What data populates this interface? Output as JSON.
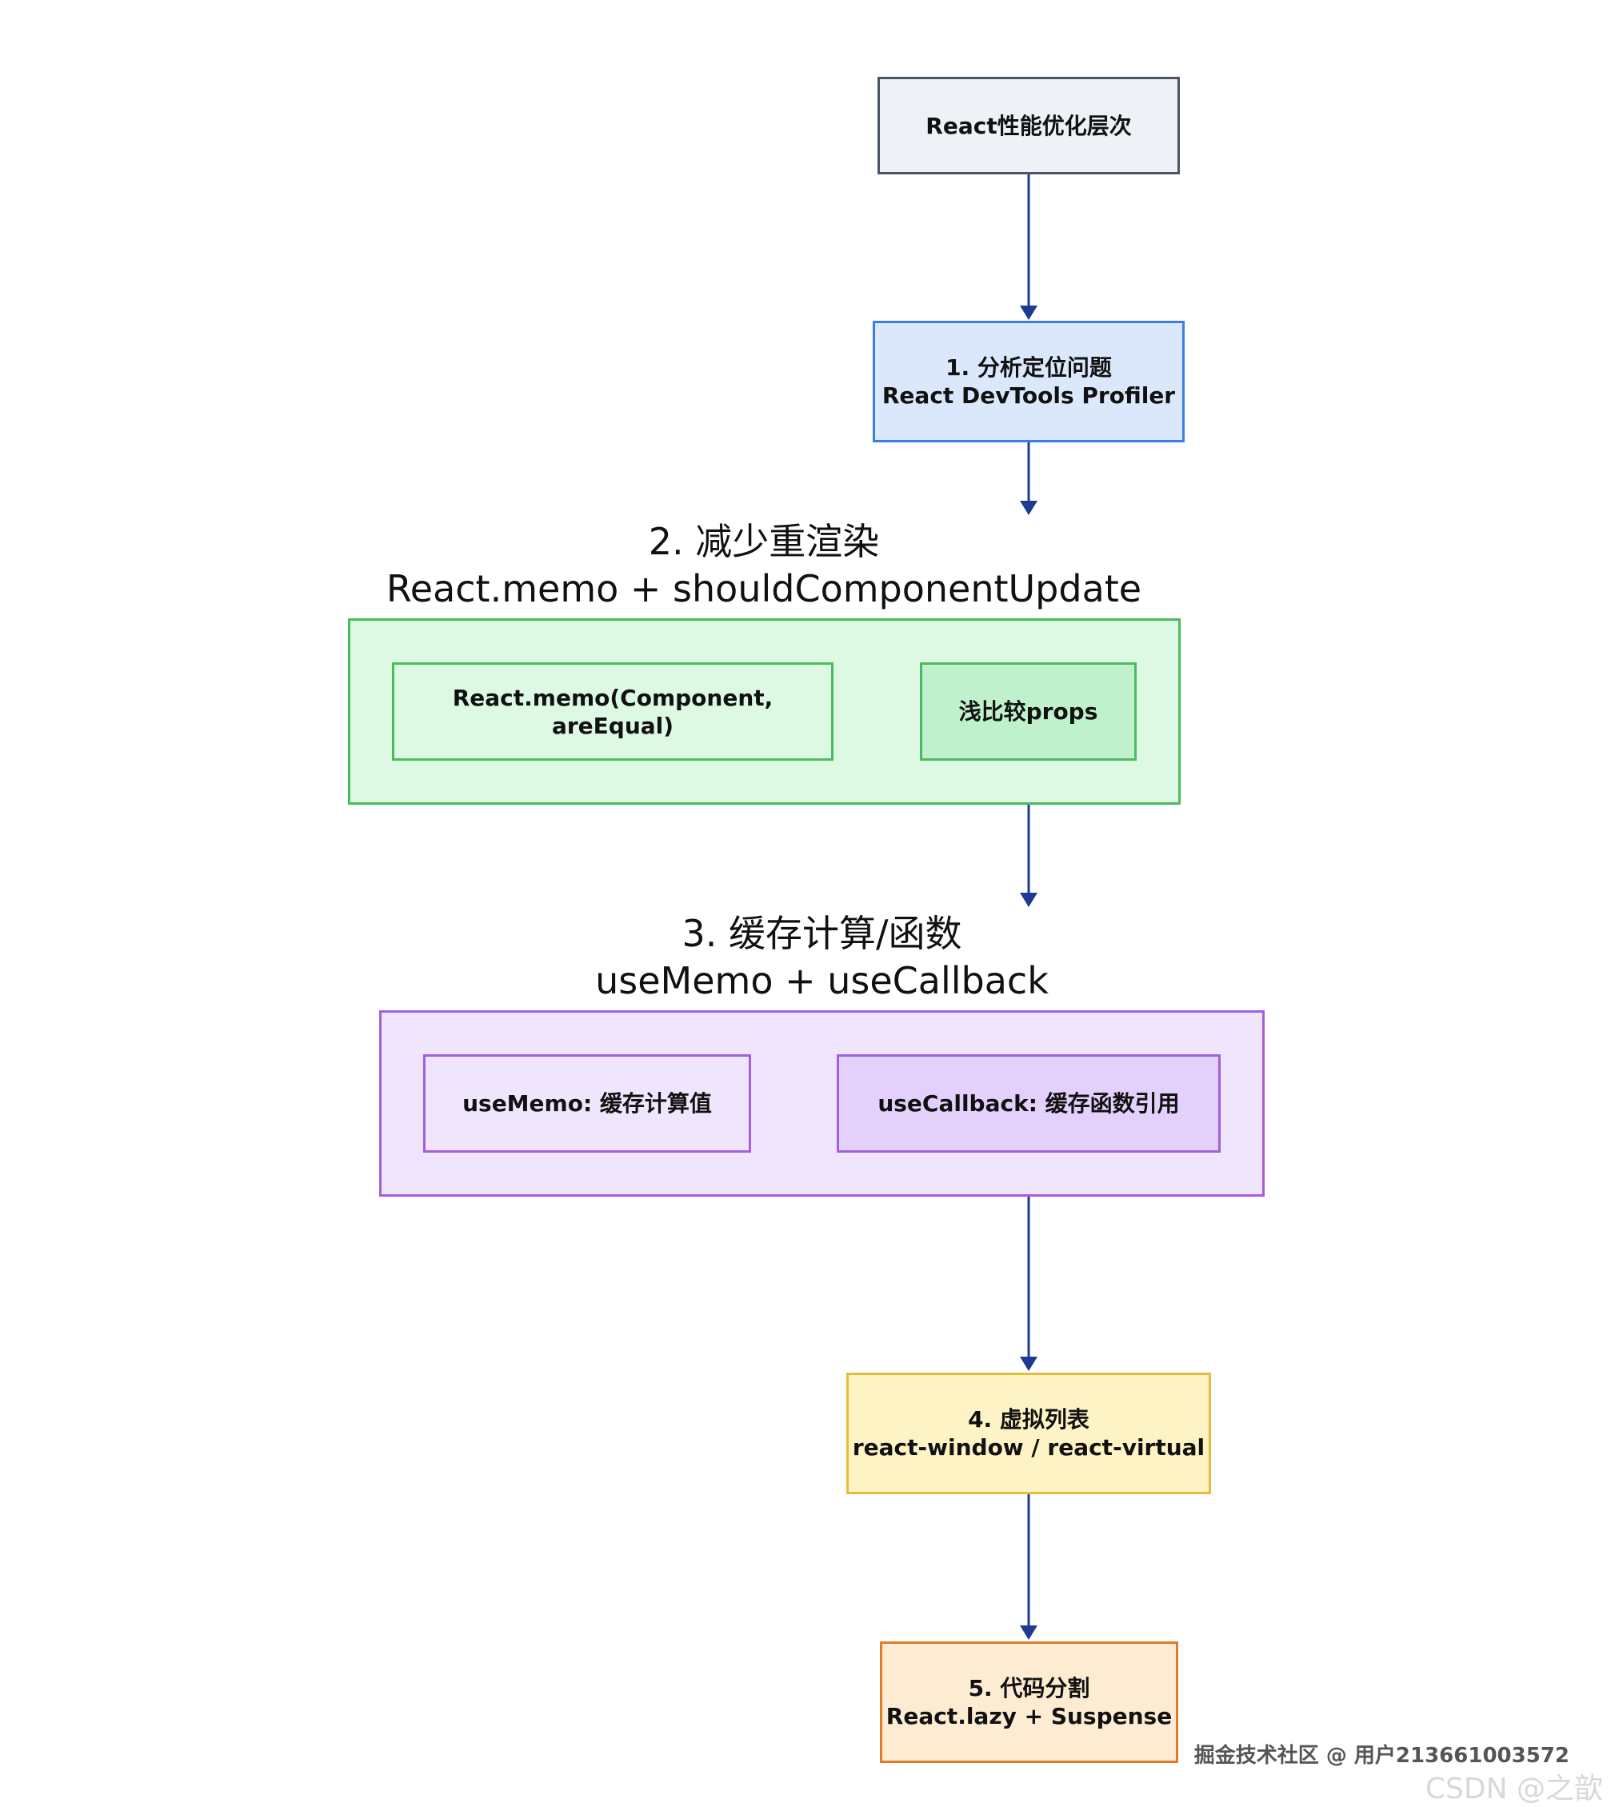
{
  "diagram": {
    "root": {
      "text": "React性能优化层次",
      "fill": "#eef2f7",
      "stroke": "#4b5563"
    },
    "step1": {
      "line1": "1. 分析定位问题",
      "line2": "React DevTools Profiler",
      "fill": "#dbe8fb",
      "stroke": "#3b7de6"
    },
    "step2": {
      "label1": "2. 减少重渲染",
      "label2": "React.memo + shouldComponentUpdate",
      "fill": "#ddf9e4",
      "stroke": "#4cbb5e",
      "node_a": {
        "text": "React.memo(Component, areEqual)",
        "fill": "#ddf9e4"
      },
      "node_b": {
        "text": "浅比较props",
        "fill": "#bff2cc"
      }
    },
    "step3": {
      "label1": "3. 缓存计算/函数",
      "label2": "useMemo + useCallback",
      "fill": "#efe6fd",
      "stroke": "#a35fe0",
      "node_a": {
        "text": "useMemo: 缓存计算值",
        "fill": "#efe6fd"
      },
      "node_b": {
        "text": "useCallback: 缓存函数引用",
        "fill": "#e3d0fb"
      }
    },
    "step4": {
      "line1": "4. 虚拟列表",
      "line2": "react-window / react-virtual",
      "fill": "#fdf3c4",
      "stroke": "#e5bd3a"
    },
    "step5": {
      "line1": "5. 代码分割",
      "line2": "React.lazy + Suspense",
      "fill": "#fdebd2",
      "stroke": "#e07b2a"
    },
    "arrow_color": "#1f3a93"
  },
  "watermark": {
    "line1": "掘金技术社区 @ 用户213661003572",
    "line2": "CSDN @之歆"
  }
}
